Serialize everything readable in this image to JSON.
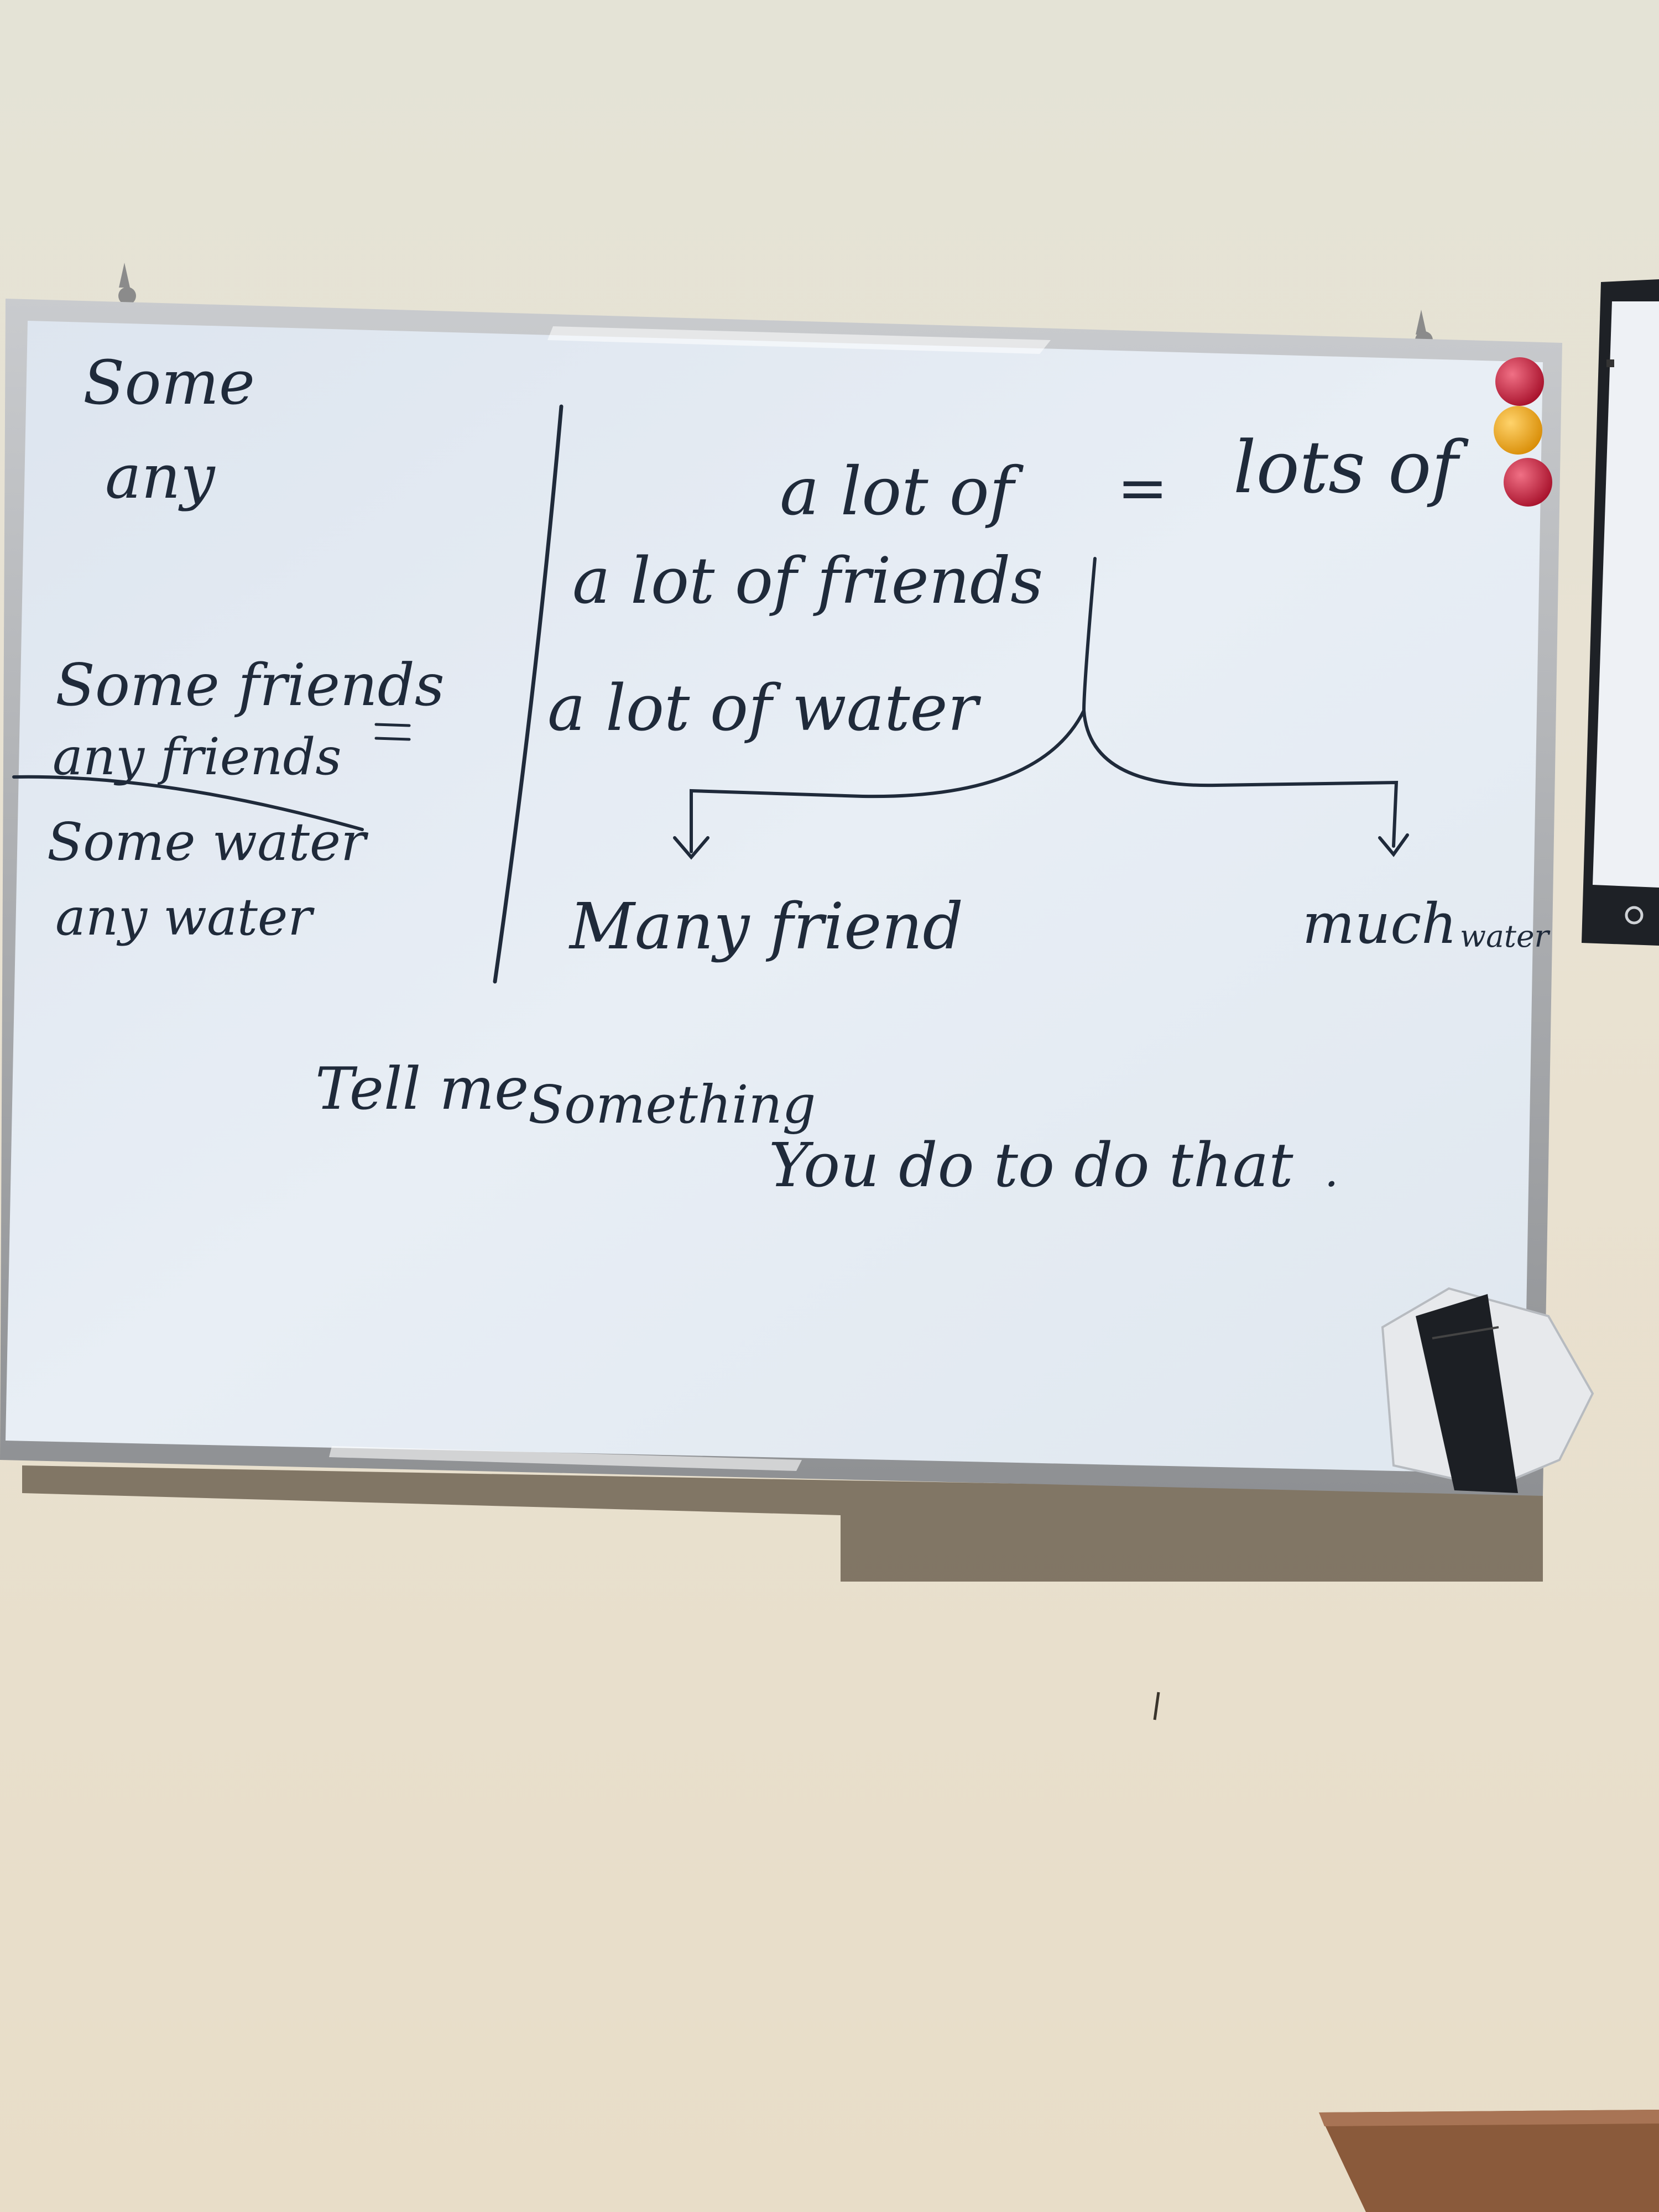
{
  "scene": "classroom-whiteboard-photo",
  "colors": {
    "wall": "#e7e1d3",
    "board_surface": "#e8eef5",
    "board_frame": "#a9abae",
    "marker_ink": "#1f2a3a",
    "magnet_red": "#c01f3a",
    "magnet_yellow": "#e8a51c",
    "eraser": "#1c1f24",
    "desk": "#8a5a3b"
  },
  "board": {
    "left_column": {
      "line1": "Some",
      "line2": "any",
      "line3": "Some friends",
      "line4": "any friends",
      "line5": "Some water",
      "line6": "any water"
    },
    "right_column": {
      "header_left": "a lot of",
      "header_equals": "=",
      "header_right": "lots of",
      "example1": "a lot of friends",
      "example2": "a lot of water",
      "branch_left": "Many friend",
      "branch_right_main": "much",
      "branch_right_small": "water"
    },
    "bottom_sentence": {
      "part1": "Tell me",
      "part2": "Something",
      "part3": "You do to do that",
      "period": "."
    }
  },
  "objects": {
    "magnets": [
      "magnet-red",
      "magnet-yellow",
      "magnet-red"
    ],
    "eraser": "whiteboard-eraser-icon",
    "monitor": "monitor-edge",
    "desk": "desk-corner"
  }
}
